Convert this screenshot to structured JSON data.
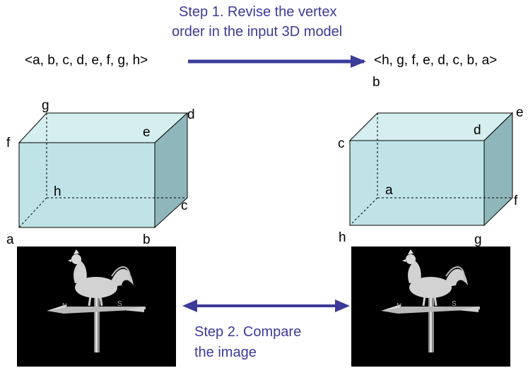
{
  "step1": {
    "line1": "Step 1. Revise the vertex",
    "line2": "order in the input 3D model"
  },
  "sequence_original": "<a, b, c, d, e, f, g, h>",
  "sequence_reversed": "<h, g, f, e, d, c, b, a>",
  "step2": {
    "line1": "Step 2. Compare",
    "line2": "the image"
  },
  "box_left_labels": {
    "a": "a",
    "b": "b",
    "c": "c",
    "d": "d",
    "e": "e",
    "f": "f",
    "g": "g",
    "h": "h"
  },
  "box_right_labels": {
    "h": "h",
    "g": "g",
    "f": "f",
    "e": "e",
    "d": "d",
    "c": "c",
    "b": "b",
    "a": "a"
  },
  "colors": {
    "arrow": "#3b3b9a",
    "box_front": "#bfe3e6",
    "box_top": "#d5eef0",
    "box_side": "#8fb6bb",
    "image_bg": "#000000",
    "rooster": "#cfcfcf"
  },
  "icons": {
    "rooster_left": "weathervane-rooster-icon",
    "rooster_right": "weathervane-rooster-icon"
  }
}
